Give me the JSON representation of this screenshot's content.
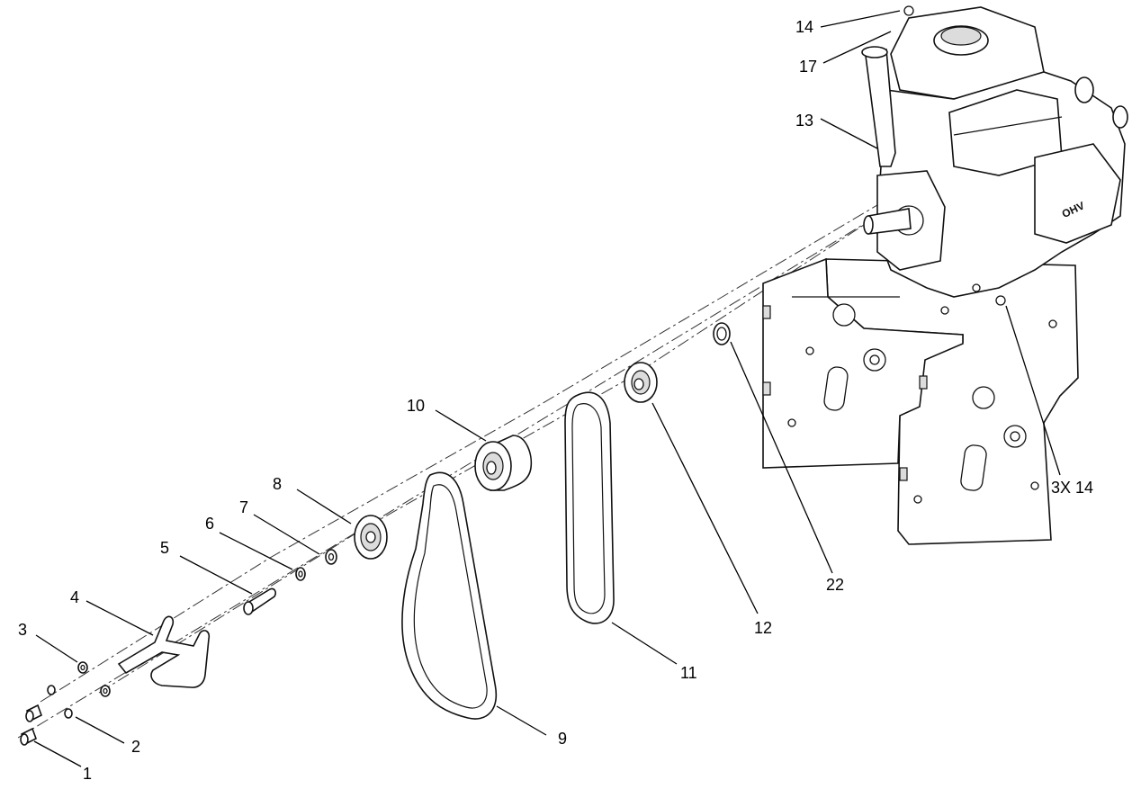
{
  "callouts": {
    "c1": "1",
    "c2": "2",
    "c3": "3",
    "c4": "4",
    "c5": "5",
    "c6": "6",
    "c7": "7",
    "c8": "8",
    "c9": "9",
    "c10": "10",
    "c11": "11",
    "c12": "12",
    "c13": "13",
    "c14": "14",
    "c17": "17",
    "c22": "22",
    "c3x14": "3X 14"
  },
  "engine": {
    "brand_text": "OHV"
  }
}
